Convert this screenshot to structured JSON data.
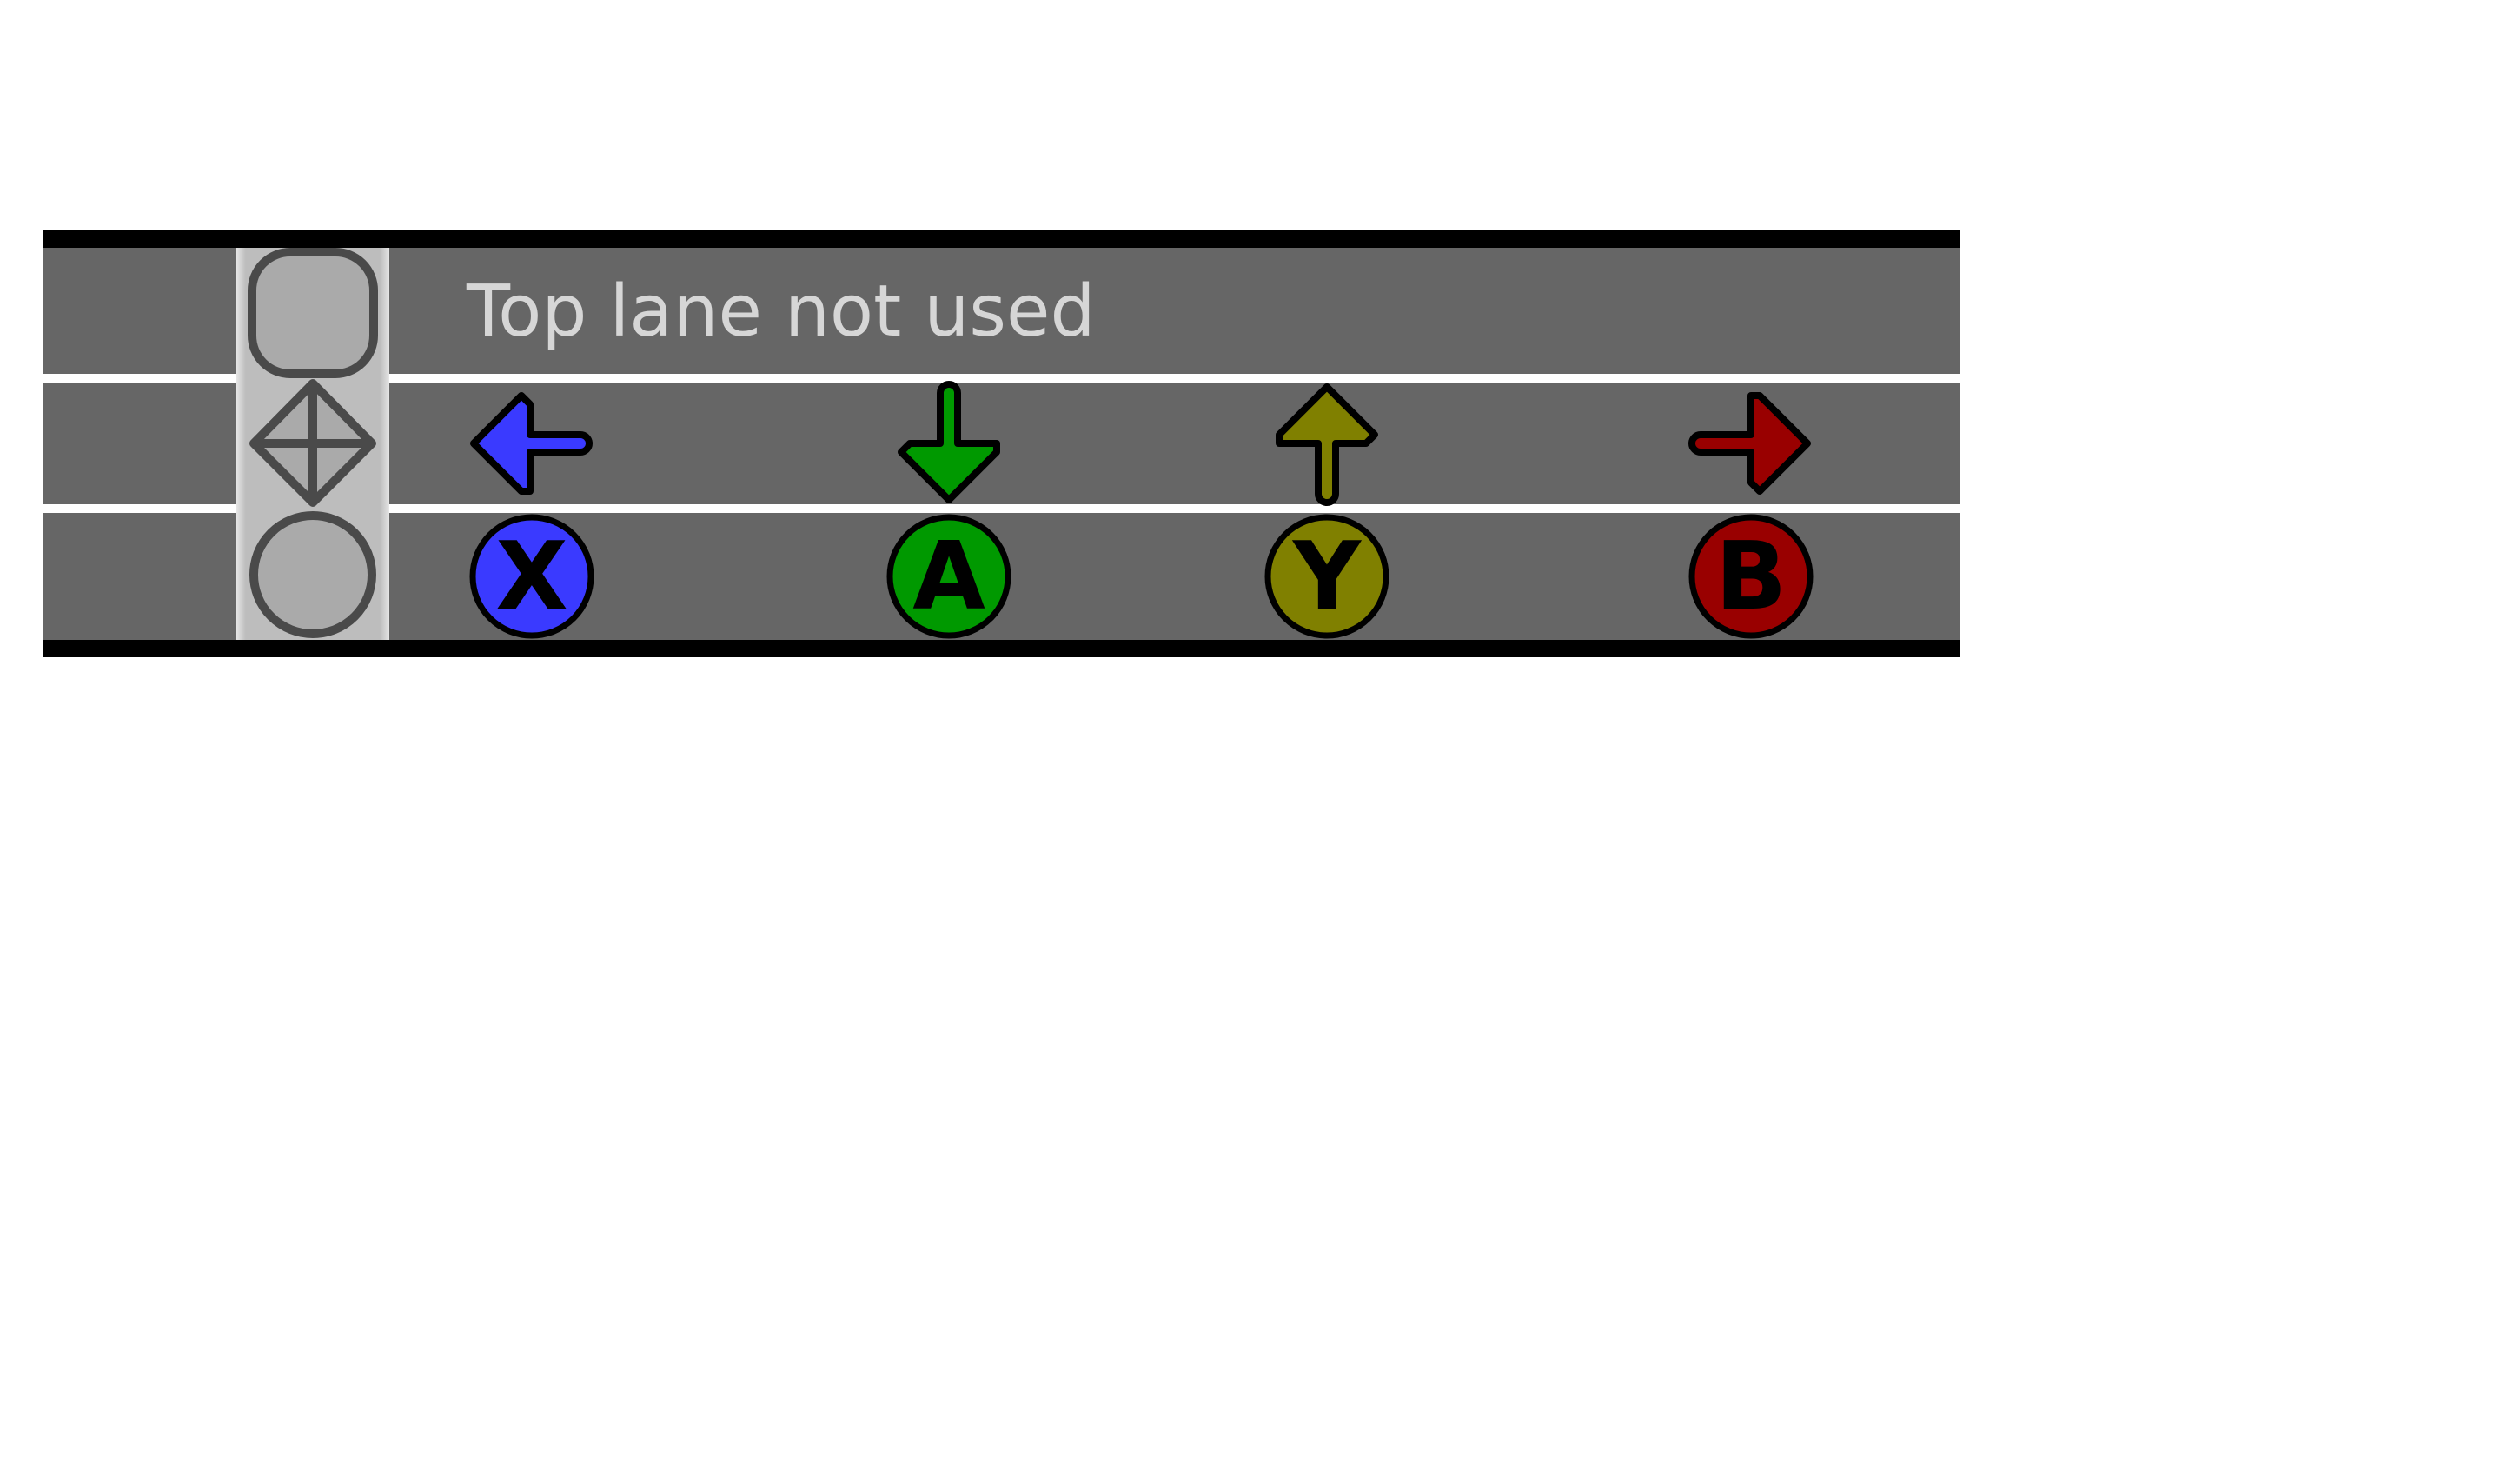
{
  "top_lane": {
    "message": "Top lane not used"
  },
  "dpad_lane": {
    "arrows": [
      {
        "icon": "arrow-left-icon",
        "color": "#3a3aff"
      },
      {
        "icon": "arrow-down-icon",
        "color": "#009900"
      },
      {
        "icon": "arrow-up-icon",
        "color": "#808000"
      },
      {
        "icon": "arrow-right-icon",
        "color": "#990000"
      }
    ]
  },
  "button_lane": {
    "buttons": [
      {
        "label": "X",
        "color": "#3a3aff"
      },
      {
        "label": "A",
        "color": "#009900"
      },
      {
        "label": "Y",
        "color": "#808000"
      },
      {
        "label": "B",
        "color": "#990000"
      }
    ]
  },
  "colors": {
    "lane_bg": "#666666",
    "separator": "#ffffff",
    "border": "#000000",
    "column_bg": "#bdbdbd",
    "lane_icon_fill": "#aaaaaa",
    "lane_icon_stroke": "#4a4a4a",
    "top_text": "#d6d6d6"
  }
}
